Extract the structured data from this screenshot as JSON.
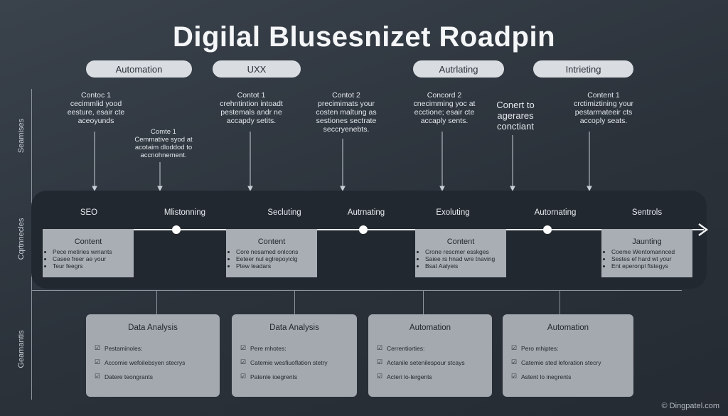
{
  "title": "Digilal Blusesnizet Roadpin",
  "pills": [
    "Automation",
    "UXX",
    "Autrlating",
    "Intrieting"
  ],
  "side_labels": [
    "Seamises",
    "Cqrtnnecles",
    "Geamantis"
  ],
  "annotations": [
    {
      "head": "Contoc 1",
      "lines": [
        "cecimmlid yood",
        "eesture, esair cte",
        "aceoyunds"
      ]
    },
    {
      "head": "Comte 1",
      "lines": [
        "Cemmative syod at",
        "acotaim dloddod to",
        "accnohnement."
      ]
    },
    {
      "head": "Contot 1",
      "lines": [
        "crehntintion intoadt",
        "pestemals andr ne",
        "accapdy setits."
      ]
    },
    {
      "head": "Contot 2",
      "lines": [
        "precimimats your",
        "costen maltung as",
        "sestiones sectrate",
        "seccryenebts."
      ]
    },
    {
      "head": "Concord 2",
      "lines": [
        "cnecimming yoc at",
        "ecctione; esair cte",
        "accaply sents."
      ]
    },
    {
      "head": "Conert to",
      "lines": [
        "agerares",
        "conctiant"
      ]
    },
    {
      "head": "Content 1",
      "lines": [
        "crctimiztining your",
        "pestarmateeir cts",
        "accoply seats."
      ]
    }
  ],
  "stages": [
    "SEO",
    "Mlistonning",
    "Secluting",
    "Autrnating",
    "Exoluting",
    "Autornating",
    "Sentrols"
  ],
  "content_boxes": [
    {
      "heading": "Content",
      "items": [
        "Pece metiries wrnants",
        "Casee freer ae your",
        "Teur feegrs"
      ]
    },
    {
      "heading": "Content",
      "items": [
        "Core nesamed onlcons",
        "Eeteer nul eglrepoyiclg",
        "Ptew leadars"
      ]
    },
    {
      "heading": "Content",
      "items": [
        "Crone rescmer esskges",
        "Saiee rs hnad wre tnaving",
        "Bsat Aalyeis"
      ]
    },
    {
      "heading": "Jaunting",
      "items": [
        "Coeme Wentomannced",
        "Sestes ef hard wt your",
        "Ent eperonpl ftstegys"
      ]
    }
  ],
  "cards": [
    {
      "heading": "Data Analysis",
      "items": [
        "Pestaminoles:",
        "Accomie wefoilebsyen stecrys",
        "Datere teongrants"
      ]
    },
    {
      "heading": "Data Analysis",
      "items": [
        "Pere mhotes:",
        "Catemie wesfiuoflation stetry",
        "Patenle ioegrents"
      ]
    },
    {
      "heading": "Automation",
      "items": [
        "Cerrentiorties:",
        "Actanile setenilespour stcays",
        "Acteri lo-lergents"
      ]
    },
    {
      "heading": "Automation",
      "items": [
        "Pero mhiptes:",
        "Catemie sted leforation stecry",
        "Astent lo inegrents"
      ]
    }
  ],
  "watermark": "© Dingpatel.com"
}
